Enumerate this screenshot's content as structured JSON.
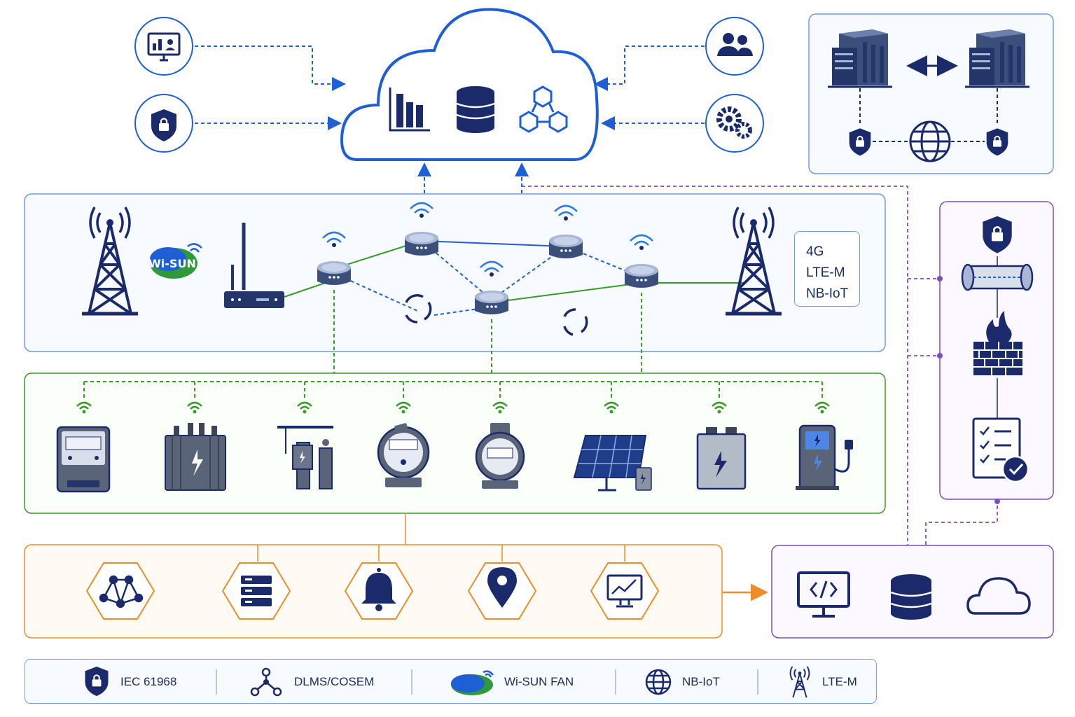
{
  "network_tech": {
    "items": [
      "4G",
      "LTE-M",
      "NB-IoT"
    ]
  },
  "wisun_badge": {
    "label": "Wi-SUN"
  },
  "legend": {
    "items": [
      {
        "label": "IEC 61968",
        "icon": "shield-lock-icon"
      },
      {
        "label": "DLMS/COSEM",
        "icon": "molecule-icon"
      },
      {
        "label": "Wi-SUN FAN",
        "icon": "wisun-logo-icon"
      },
      {
        "label": "NB-IoT",
        "icon": "globe-icon"
      },
      {
        "label": "LTE-M",
        "icon": "tower-icon"
      }
    ]
  },
  "colors": {
    "navy": "#1b2a6b",
    "blue": "#1f5fd6",
    "green": "#3a9a2a",
    "orange": "#f08c28",
    "purple": "#7b4fc4"
  }
}
